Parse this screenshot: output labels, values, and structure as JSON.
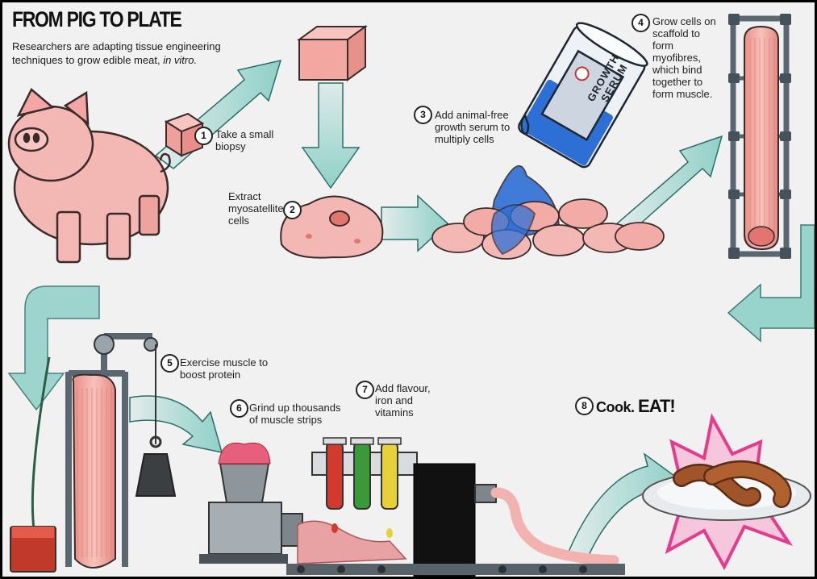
{
  "header": {
    "title": "FROM PIG TO PLATE",
    "subtitle": "Researchers are adapting tissue engineering techniques to grow edible meat,",
    "subtitle_italic": "in vitro."
  },
  "steps": [
    {
      "number": "1",
      "text": "Take a small biopsy"
    },
    {
      "number": "2",
      "text": "Extract myosatellite cells"
    },
    {
      "number": "3",
      "text": "Add animal-free growth serum to multiply cells"
    },
    {
      "number": "4",
      "text": "Grow cells on scaffold to form myofibres, which bind together to form muscle."
    },
    {
      "number": "5",
      "text": "Exercise muscle to boost protein"
    },
    {
      "number": "6",
      "text": "Grind up thousands of muscle strips"
    },
    {
      "number": "7",
      "text": "Add flavour, iron and vitamins"
    },
    {
      "number": "8",
      "text_cook": "Cook.",
      "text_eat": "EAT!"
    }
  ],
  "serum_label": {
    "line1": "GROWTH",
    "line2": "SERUM"
  },
  "colors": {
    "pig_pink": "#f4b8b4",
    "arrow_teal": "#8fd0c8",
    "serum_blue": "#2e6fd6",
    "pipe_gray": "#5b6770",
    "sausage_brown": "#a0542a",
    "burst_pink": "#e43b8c"
  },
  "icons": [
    "pig-icon",
    "biopsy-cube-icon",
    "cells-icon",
    "serum-jar-icon",
    "scaffold-icon",
    "weight-icon",
    "grinder-icon",
    "dropper-icon",
    "sausage-machine-icon",
    "plate-icon",
    "flow-arrow-icon"
  ]
}
